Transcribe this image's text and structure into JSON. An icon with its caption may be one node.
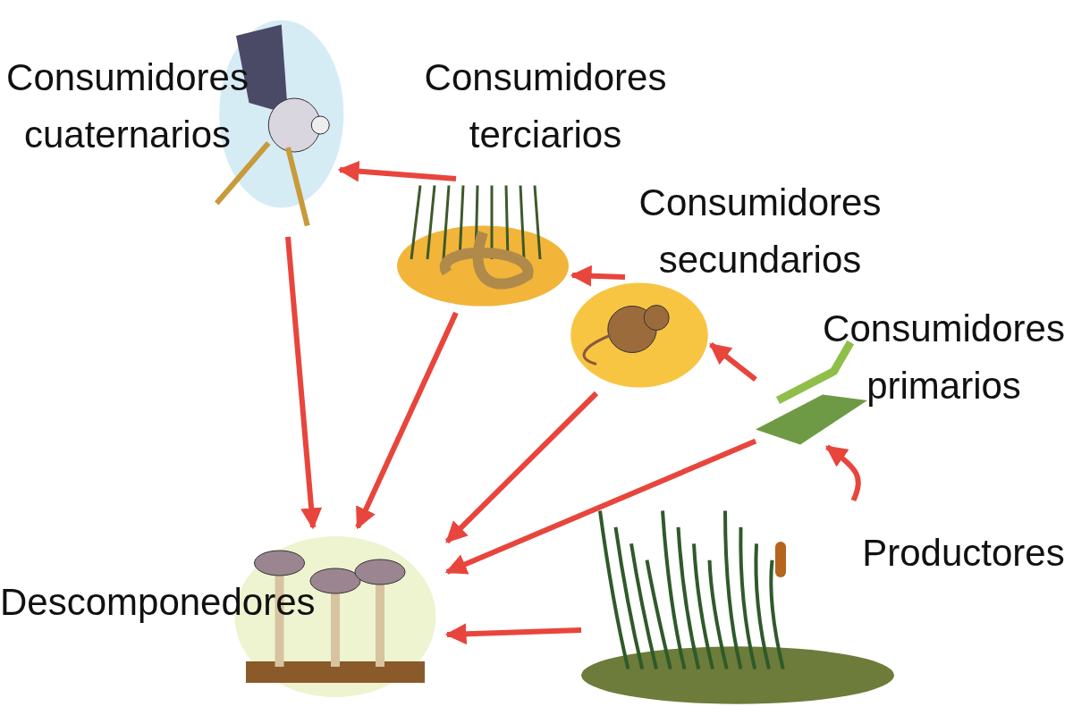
{
  "diagram": {
    "nodes": [
      {
        "text": [],
        "shape": "picture",
        "beside": [
          "Consumidores cuaternarios"
        ]
      },
      {
        "text": [],
        "shape": "picture",
        "beside": [
          "Consumidores terciarios"
        ]
      },
      {
        "text": [],
        "shape": "picture",
        "beside": [
          "Consumidores secundarios"
        ]
      },
      {
        "text": [],
        "shape": "picture",
        "beside": [
          "Consumidores primarios"
        ]
      },
      {
        "text": [],
        "shape": "picture",
        "beside": [
          "Productores"
        ]
      },
      {
        "text": [],
        "shape": "picture",
        "beside": [
          "Descomponedores"
        ]
      }
    ],
    "edges": [
      {
        "from": 4,
        "to": 3,
        "arrow": "to"
      },
      {
        "from": 3,
        "to": 2,
        "arrow": "to"
      },
      {
        "from": 2,
        "to": 1,
        "arrow": "to"
      },
      {
        "from": 1,
        "to": 0,
        "arrow": "to"
      },
      {
        "from": 0,
        "to": 5,
        "arrow": "to"
      },
      {
        "from": 1,
        "to": 5,
        "arrow": "to"
      },
      {
        "from": 2,
        "to": 5,
        "arrow": "to"
      },
      {
        "from": 3,
        "to": 5,
        "arrow": "to"
      },
      {
        "from": 4,
        "to": 5,
        "arrow": "to"
      }
    ]
  }
}
